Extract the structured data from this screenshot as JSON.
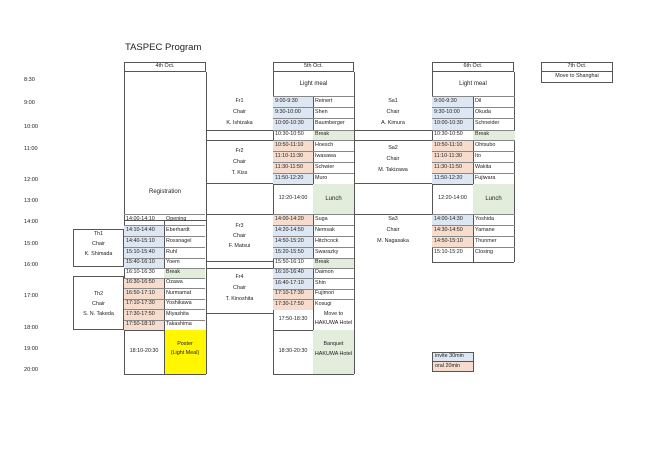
{
  "title": "TASPEC Program",
  "times": [
    "8:30",
    "9:00",
    "10:00",
    "11:00",
    "12:00",
    "13:00",
    "14:00",
    "15:00",
    "16:00",
    "17:00",
    "18:00",
    "19:00",
    "20:00"
  ],
  "days": {
    "d1": "4th Oct.",
    "d2": "5th Oct.",
    "d3": "6th Oct.",
    "d4": "7th Oct."
  },
  "move_shanghai": "Move to Shanghai",
  "col1": {
    "registration": "Registration",
    "th1": {
      "name": "Th1",
      "chair": "Chair",
      "person": "K. Shimada"
    },
    "th2": {
      "name": "Th2",
      "chair": "Chair",
      "person": "S. N. Takeda"
    },
    "rows1": [
      {
        "time": "14:00-14:10",
        "name": "Opening"
      },
      {
        "time": "14:10-14:40",
        "name": "Eberhardt"
      },
      {
        "time": "14:40-15:10",
        "name": "Rossnagel"
      },
      {
        "time": "15:10-15:40",
        "name": "Ruhl"
      },
      {
        "time": "15:40-16:10",
        "name": "Yoem"
      },
      {
        "time": "16:10-16:30",
        "name": "Break"
      }
    ],
    "rows2": [
      {
        "time": "16:30-16:50",
        "name": "Ozawa"
      },
      {
        "time": "16:50-17:10",
        "name": "Nurmamat"
      },
      {
        "time": "17:10-17:30",
        "name": "Yoshikawa"
      },
      {
        "time": "17:30-17:50",
        "name": "Miyashita"
      },
      {
        "time": "17:50-18:10",
        "name": "Takashima"
      }
    ],
    "poster_time": "18:10-20:30",
    "poster1": "Poster",
    "poster2": "(Light Meal)"
  },
  "col2": {
    "light_meal": "Light meal",
    "fr1": {
      "name": "Fr1",
      "chair": "Chair",
      "person": "K. Ishizaka"
    },
    "fr2": {
      "name": "Fr2",
      "chair": "Chair",
      "person": "T. Kiss"
    },
    "fr3": {
      "name": "Fr3",
      "chair": "Chair",
      "person": "F. Matsui"
    },
    "fr4": {
      "name": "Fr4",
      "chair": "Chair",
      "person": "T. Kinoshita"
    },
    "rowsA": [
      {
        "time": "9:00-9:30",
        "name": "Reinert"
      },
      {
        "time": "9:30-10:00",
        "name": "Shen"
      },
      {
        "time": "10:00-10:30",
        "name": "Baumberger"
      },
      {
        "time": "10:30-10:50",
        "name": "Break"
      },
      {
        "time": "10:50-11:10",
        "name": "Hoesch"
      },
      {
        "time": "11:10-11:30",
        "name": "Iwasawa"
      },
      {
        "time": "11:30-11:50",
        "name": "Schwier"
      },
      {
        "time": "11:50-12:20",
        "name": "Muro"
      }
    ],
    "lunch_time": "12:20-14:00",
    "lunch": "Lunch",
    "rowsB": [
      {
        "time": "14:00-14:20",
        "name": "Suga"
      },
      {
        "time": "14:20-14:50",
        "name": "Nemsak"
      },
      {
        "time": "14:50-15:20",
        "name": "Hitchcock"
      },
      {
        "time": "15:20-15:50",
        "name": "Swarazky"
      },
      {
        "time": "15:50-16:10",
        "name": "Break"
      },
      {
        "time": "16:10-16:40",
        "name": "Daimon"
      },
      {
        "time": "16:40-17:10",
        "name": "Shin"
      },
      {
        "time": "17:10-17:30",
        "name": "Fujimori"
      },
      {
        "time": "17:30-17:50",
        "name": "Kosugi"
      }
    ],
    "move_time": "17:50-18:30",
    "move1": "Move to",
    "move2": "HAKUWA Hotel",
    "banquet_time": "18:30-20:30",
    "banquet1": "Banquet",
    "banquet2": "HAKUWA Hotel"
  },
  "col3": {
    "light_meal": "Light meal",
    "sa1": {
      "name": "Sa1",
      "chair": "Chair",
      "person": "A. Kimura"
    },
    "sa2": {
      "name": "Sa2",
      "chair": "Chair",
      "person": "M. Takizawa"
    },
    "sa3": {
      "name": "Sa3",
      "chair": "Chair",
      "person": "M. Nagasaka"
    },
    "rowsA": [
      {
        "time": "9:00-9:30",
        "name": "Dil"
      },
      {
        "time": "9:30-10:00",
        "name": "Okuda"
      },
      {
        "time": "10:00-10:30",
        "name": "Schneider"
      },
      {
        "time": "10:30-10:50",
        "name": "Break"
      },
      {
        "time": "10:50-11:10",
        "name": "Ohtsubo"
      },
      {
        "time": "11:10-11:30",
        "name": "Ito"
      },
      {
        "time": "11:30-11:50",
        "name": "Wakita"
      },
      {
        "time": "11:50-12:20",
        "name": "Fujiwara"
      }
    ],
    "lunch_time": "12:20-14:00",
    "lunch": "Lunch",
    "rowsB": [
      {
        "time": "14:00-14:30",
        "name": "Yoshida"
      },
      {
        "time": "14:30-14:50",
        "name": "Yamane"
      },
      {
        "time": "14:50-15:10",
        "name": "Thunmer"
      },
      {
        "time": "15:10-15:20",
        "name": "Closing"
      }
    ]
  },
  "legend": {
    "invite": "invite 30min",
    "oral": "oral 20min"
  },
  "colors": {
    "invite": "#dde6f3",
    "oral": "#f6dccd",
    "break": "#e2eedb",
    "poster": "#fff600"
  }
}
